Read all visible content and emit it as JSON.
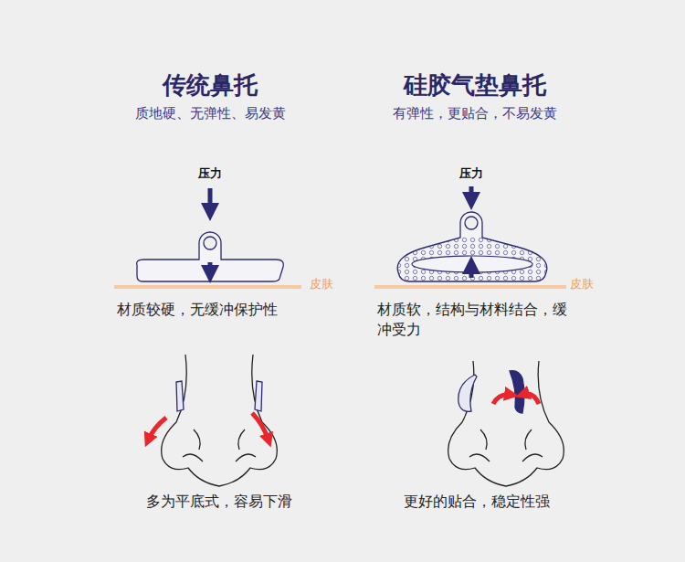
{
  "diagram": {
    "labels": [
      "传统鼻托",
      "质地硬、无弹性、易发黄",
      "硅胶气垫鼻托",
      "有弹性，更贴合，不易发黄",
      "压力",
      "压力",
      "皮肤",
      "皮肤",
      "材质较硬，无缓冲保护性",
      "材质软，结构与材料结合，缓冲受力",
      "多为平底式，容易下滑",
      "更好的贴合，稳定性强"
    ]
  }
}
